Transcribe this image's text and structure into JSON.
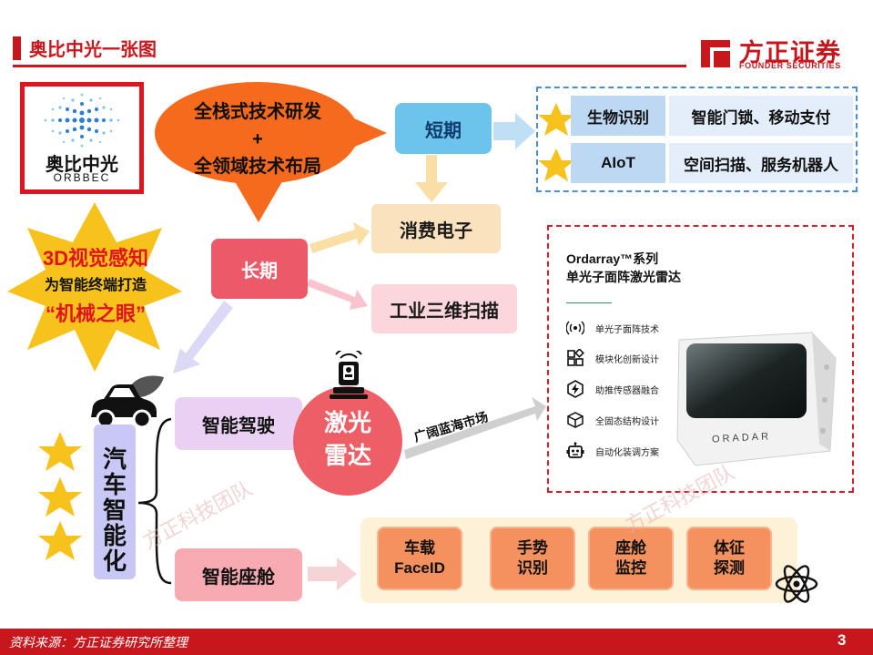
{
  "header": {
    "title": "奥比中光一张图",
    "brand_cn": "方正证券",
    "brand_en": "FOUNDER SECURITIES"
  },
  "company_logo": {
    "name_cn": "奥比中光",
    "name_en": "ORBBEC"
  },
  "strategy_bubble": {
    "line1": "全栈式技术研发",
    "line2": "+",
    "line3": "全领域技术布局"
  },
  "vision_badge": {
    "line1": "3D视觉感知",
    "line2": "为智能终端打造",
    "line3": "“机械之眼”"
  },
  "short_term": {
    "label": "短期",
    "apps": [
      {
        "key": "生物识别",
        "value": "智能门锁、移动支付"
      },
      {
        "key": "AIoT",
        "value": "空间扫描、服务机器人"
      }
    ]
  },
  "long_term": {
    "label": "长期",
    "consumer": "消费电子",
    "industrial": "工业三维扫描"
  },
  "lidar_panel": {
    "title_line1": "Ordarray™系列",
    "title_line2": "单光子面阵激光雷达",
    "features": [
      {
        "icon": "signal-icon",
        "text": "单光子面阵技术"
      },
      {
        "icon": "module-icon",
        "text": "模块化创新设计"
      },
      {
        "icon": "bolt-icon",
        "text": "助推传感器融合"
      },
      {
        "icon": "cube-icon",
        "text": "全固态结构设计"
      },
      {
        "icon": "robot-icon",
        "text": "自动化装调方案"
      }
    ],
    "device_brand": "ORADAR"
  },
  "automotive": {
    "label": "汽车智能化",
    "driving": "智能驾驶",
    "cockpit": "智能座舱",
    "lidar_line1": "激光",
    "lidar_line2": "雷达",
    "market": "广阔蓝海市场",
    "cabin_items": [
      {
        "line1": "车载",
        "line2": "FaceID"
      },
      {
        "line1": "手势",
        "line2": "识别"
      },
      {
        "line1": "座舱",
        "line2": "监控"
      },
      {
        "line1": "体征",
        "line2": "探测"
      }
    ]
  },
  "watermark": "方正科技团队",
  "footer": {
    "source": "资料来源：方正证券研究所整理",
    "page": "3"
  },
  "colors": {
    "brand_red": "#c8161d",
    "short_term_blue": "#6cc4ec",
    "long_term_red": "#ec5a6a",
    "bubble_orange": "#f56a1c",
    "star_gold": "#f7c21b"
  }
}
